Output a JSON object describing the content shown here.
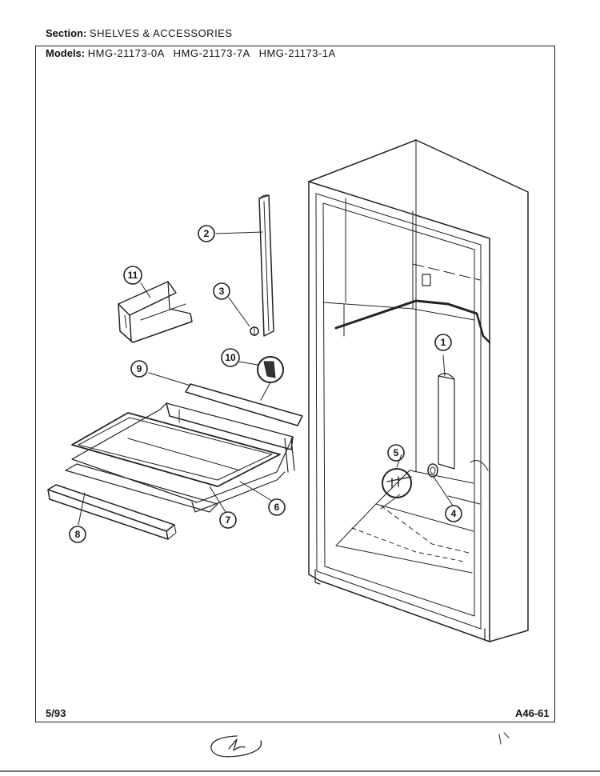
{
  "header": {
    "section_label": "Section:",
    "section_value": "SHELVES & ACCESSORIES",
    "models_label": "Models:",
    "models": [
      "HMG-21173-0A",
      "HMG-21173-7A",
      "HMG-21173-1A"
    ]
  },
  "callouts": [
    "1",
    "2",
    "3",
    "4",
    "5",
    "6",
    "7",
    "8",
    "9",
    "10",
    "11"
  ],
  "footer": {
    "date": "5/93",
    "code": "A46-61"
  }
}
